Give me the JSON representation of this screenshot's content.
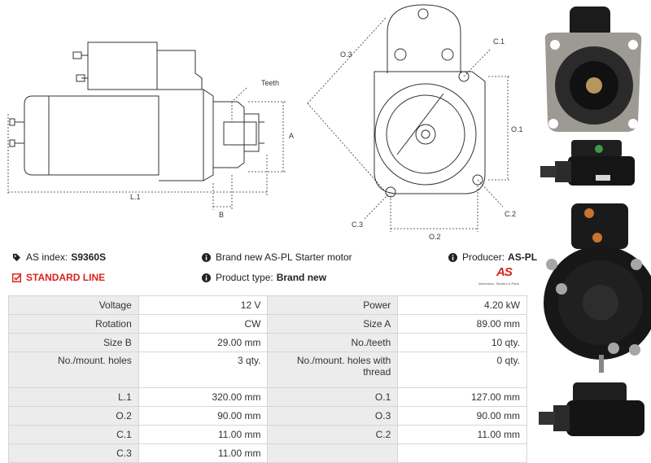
{
  "drawing": {
    "labels": {
      "teeth": "Teeth",
      "a": "A",
      "b": "B",
      "l1": "L.1",
      "o1": "O.1",
      "o2": "O.2",
      "o3": "O.3",
      "c1": "C.1",
      "c2": "C.2",
      "c3": "C.3"
    }
  },
  "info": {
    "as_index_label": "AS index:",
    "as_index_value": "S9360S",
    "description": "Brand new AS-PL Starter motor",
    "producer_label": "Producer:",
    "producer_value": "AS-PL",
    "standard_line": "STANDARD LINE",
    "product_type_label": "Product type:",
    "product_type_value": "Brand new",
    "logo_text": "AS",
    "logo_subtext": "Alternators, Starters & Parts"
  },
  "specs": [
    [
      "Voltage",
      "12 V",
      "Power",
      "4.20 kW"
    ],
    [
      "Rotation",
      "CW",
      "Size A",
      "89.00 mm"
    ],
    [
      "Size B",
      "29.00 mm",
      "No./teeth",
      "10 qty."
    ],
    [
      "No./mount. holes",
      "3 qty.",
      "No./mount. holes with thread",
      "0 qty."
    ],
    [
      "L.1",
      "320.00 mm",
      "O.1",
      "127.00 mm"
    ],
    [
      "O.2",
      "90.00 mm",
      "O.3",
      "90.00 mm"
    ],
    [
      "C.1",
      "11.00 mm",
      "C.2",
      "11.00 mm"
    ],
    [
      "C.3",
      "11.00 mm",
      "",
      ""
    ]
  ],
  "colors": {
    "accent_red": "#d9231f",
    "table_key_bg": "#ececec",
    "border": "#d6d6d6"
  }
}
